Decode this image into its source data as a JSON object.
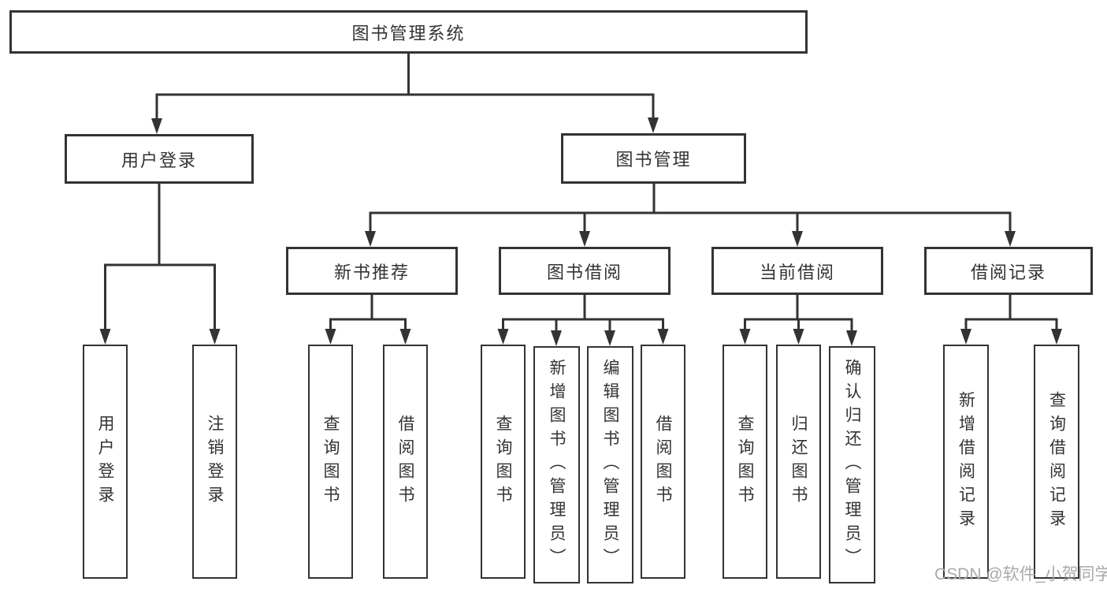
{
  "colors": {
    "line": "#333333",
    "text": "#333333",
    "watermark": "#a9a9a9",
    "background": "#ffffff"
  },
  "watermark": {
    "text": "CSDN @软件_小贺同学"
  },
  "tree": {
    "root": {
      "label": "图书管理系统"
    },
    "children": [
      {
        "label": "用户登录",
        "children": [
          {
            "label": "用户登录"
          },
          {
            "label": "注销登录"
          }
        ]
      },
      {
        "label": "图书管理",
        "children": [
          {
            "label": "新书推荐",
            "children": [
              {
                "label": "查询图书"
              },
              {
                "label": "借阅图书"
              }
            ]
          },
          {
            "label": "图书借阅",
            "children": [
              {
                "label": "查询图书"
              },
              {
                "label": "新增图书（管理员）"
              },
              {
                "label": "编辑图书（管理员）"
              },
              {
                "label": "借阅图书"
              }
            ]
          },
          {
            "label": "当前借阅",
            "children": [
              {
                "label": "查询图书"
              },
              {
                "label": "归还图书"
              },
              {
                "label": "确认归还（管理员）"
              }
            ]
          },
          {
            "label": "借阅记录",
            "children": [
              {
                "label": "新增借阅记录"
              },
              {
                "label": "查询借阅记录"
              }
            ]
          }
        ]
      }
    ]
  }
}
